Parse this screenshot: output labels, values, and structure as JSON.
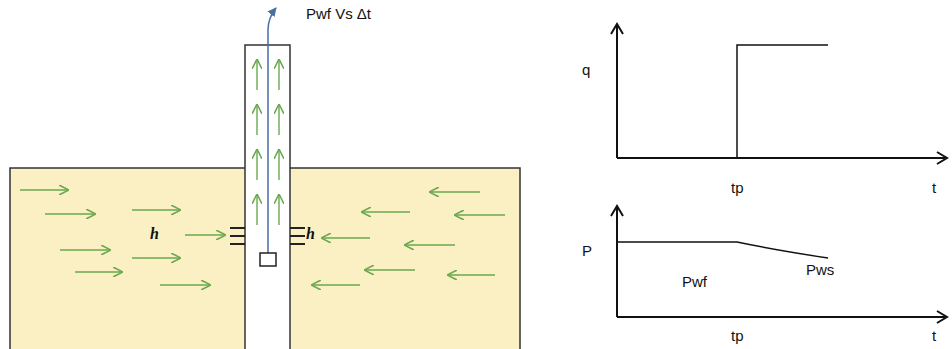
{
  "diagram": {
    "labels": [
      "Pwf Vs Δt",
      "h",
      "h",
      "q",
      "tp",
      "t",
      "P",
      "Pwf",
      "Pws",
      "tp",
      "t"
    ]
  }
}
